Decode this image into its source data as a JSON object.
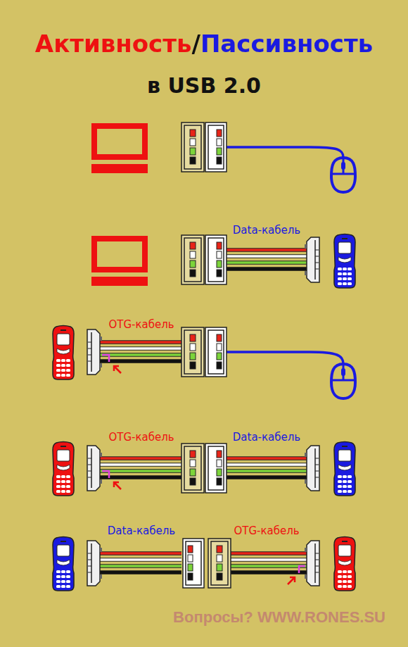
{
  "diagram": {
    "title": "Активность/Пассивность",
    "labels": [
      "в USB 2.0",
      "Data-кабель",
      "OTG-кабель",
      "OTG-кабель",
      "Data-кабель",
      "Data-кабель",
      "OTG-кабель",
      "Вопросы? WWW.RONES.SU"
    ]
  }
}
